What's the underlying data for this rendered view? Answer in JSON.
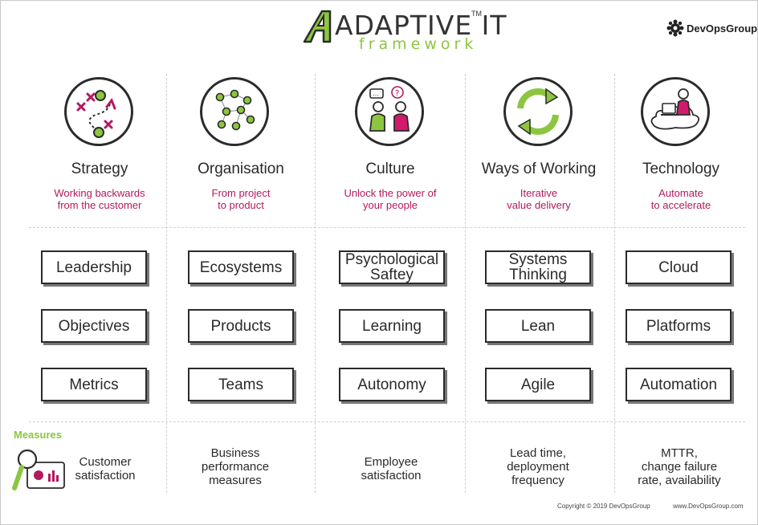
{
  "logo": {
    "title": "ADAPTIVE IT",
    "tm": "TM",
    "subtitle": "framework"
  },
  "brand": {
    "name": "DevOpsGroup"
  },
  "columns": [
    {
      "title": "Strategy",
      "tagline": "Working backwards\nfrom the customer",
      "icon": "strategy-play-icon",
      "items": [
        "Leadership",
        "Objectives",
        "Metrics"
      ],
      "measure": "Customer\nsatisfaction"
    },
    {
      "title": "Organisation",
      "tagline": "From project\nto product",
      "icon": "network-people-icon",
      "items": [
        "Ecosystems",
        "Products",
        "Teams"
      ],
      "measure": "Business\nperformance\nmeasures"
    },
    {
      "title": "Culture",
      "tagline": "Unlock the power of\nyour people",
      "icon": "conversation-people-icon",
      "items": [
        "Psychological\nSaftey",
        "Learning",
        "Autonomy"
      ],
      "measure": "Employee\nsatisfaction"
    },
    {
      "title": "Ways of Working",
      "tagline": "Iterative\nvalue delivery",
      "icon": "cycle-arrows-icon",
      "items": [
        "Systems\nThinking",
        "Lean",
        "Agile"
      ],
      "measure": "Lead time,\ndeployment\nfrequency"
    },
    {
      "title": "Technology",
      "tagline": "Automate\nto accelerate",
      "icon": "cloud-laptop-icon",
      "items": [
        "Cloud",
        "Platforms",
        "Automation"
      ],
      "measure": "MTTR,\nchange failure\nrate, availability"
    }
  ],
  "measures": {
    "label": "Measures",
    "icon": "magnifier-report-icon"
  },
  "footer": {
    "copyright": "Copyright © 2019 DevOpsGroup",
    "url": "www.DevOpsGroup.com"
  },
  "colors": {
    "accent_green": "#8cc63f",
    "accent_magenta": "#b3195f",
    "ink": "#2b2b2b"
  }
}
